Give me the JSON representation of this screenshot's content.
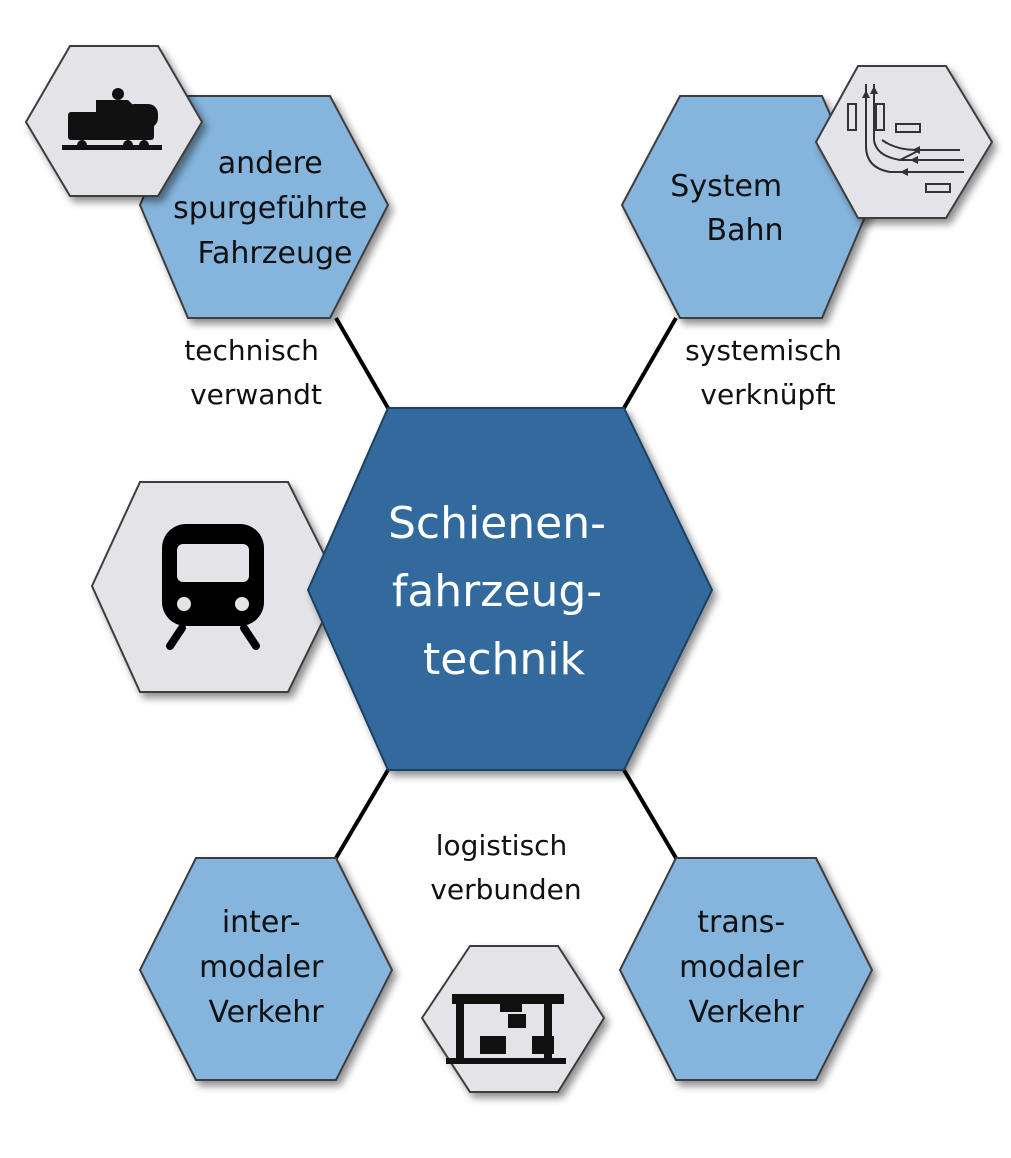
{
  "colors": {
    "center_fill": "#336b9e",
    "satellite_fill": "#85b4dd",
    "icon_fill": "#e4e3e8",
    "connector": "#000000"
  },
  "center": {
    "lines": [
      "Schienen-",
      "fahrzeug-",
      "technik"
    ]
  },
  "satellites": {
    "top_left": {
      "lines": [
        "andere",
        "spurgeführte",
        "Fahrzeuge"
      ]
    },
    "top_right": {
      "lines": [
        "System",
        "Bahn"
      ]
    },
    "bottom_left": {
      "lines": [
        "inter-",
        "modaler",
        "Verkehr"
      ]
    },
    "bottom_right": {
      "lines": [
        "trans-",
        "modaler",
        "Verkehr"
      ]
    }
  },
  "connectors": {
    "top_left": {
      "lines": [
        "technisch",
        "verwandt"
      ]
    },
    "top_right": {
      "lines": [
        "systemisch",
        "verknüpft"
      ]
    },
    "bottom": {
      "lines": [
        "logistisch",
        "verbunden"
      ]
    }
  },
  "icons": {
    "top_left": "rollercoaster-car-icon",
    "top_right": "track-layout-schematic-icon",
    "middle_left": "train-front-icon",
    "bottom": "gantry-crane-icon"
  }
}
